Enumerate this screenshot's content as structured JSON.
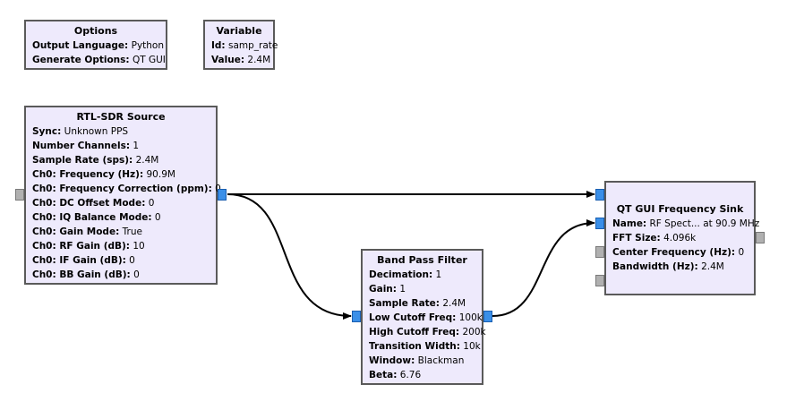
{
  "blocks": {
    "options": {
      "title": "Options",
      "params": [
        {
          "key": "Output Language:",
          "value": "Python"
        },
        {
          "key": "Generate Options:",
          "value": "QT GUI"
        }
      ]
    },
    "variable": {
      "title": "Variable",
      "params": [
        {
          "key": "Id:",
          "value": "samp_rate"
        },
        {
          "key": "Value:",
          "value": "2.4M"
        }
      ]
    },
    "rtlsdr": {
      "title": "RTL-SDR Source",
      "params": [
        {
          "key": "Sync:",
          "value": "Unknown PPS"
        },
        {
          "key": "Number Channels:",
          "value": "1"
        },
        {
          "key": "Sample Rate (sps):",
          "value": "2.4M"
        },
        {
          "key": "Ch0: Frequency (Hz):",
          "value": "90.9M"
        },
        {
          "key": "Ch0: Frequency Correction (ppm):",
          "value": "0"
        },
        {
          "key": "Ch0: DC Offset Mode:",
          "value": "0"
        },
        {
          "key": "Ch0: IQ Balance Mode:",
          "value": "0"
        },
        {
          "key": "Ch0: Gain Mode:",
          "value": "True"
        },
        {
          "key": "Ch0: RF Gain (dB):",
          "value": "10"
        },
        {
          "key": "Ch0: IF Gain (dB):",
          "value": "0"
        },
        {
          "key": "Ch0: BB Gain (dB):",
          "value": "0"
        }
      ]
    },
    "bandpass": {
      "title": "Band Pass Filter",
      "params": [
        {
          "key": "Decimation:",
          "value": "1"
        },
        {
          "key": "Gain:",
          "value": "1"
        },
        {
          "key": "Sample Rate:",
          "value": "2.4M"
        },
        {
          "key": "Low Cutoff Freq:",
          "value": "100k"
        },
        {
          "key": "High Cutoff Freq:",
          "value": "200k"
        },
        {
          "key": "Transition Width:",
          "value": "10k"
        },
        {
          "key": "Window:",
          "value": "Blackman"
        },
        {
          "key": "Beta:",
          "value": "6.76"
        }
      ]
    },
    "freqsink": {
      "title": "QT GUI Frequency Sink",
      "params": [
        {
          "key": "Name:",
          "value": "RF Spect... at 90.9 MHz"
        },
        {
          "key": "FFT Size:",
          "value": "4.096k"
        },
        {
          "key": "Center Frequency (Hz):",
          "value": "0"
        },
        {
          "key": "Bandwidth (Hz):",
          "value": "2.4M"
        }
      ]
    }
  },
  "colors": {
    "block_bg": "#eeeafc",
    "connected_port": "#3a8fe8",
    "disabled_port": "#b0b0b0",
    "wire": "#000000"
  }
}
